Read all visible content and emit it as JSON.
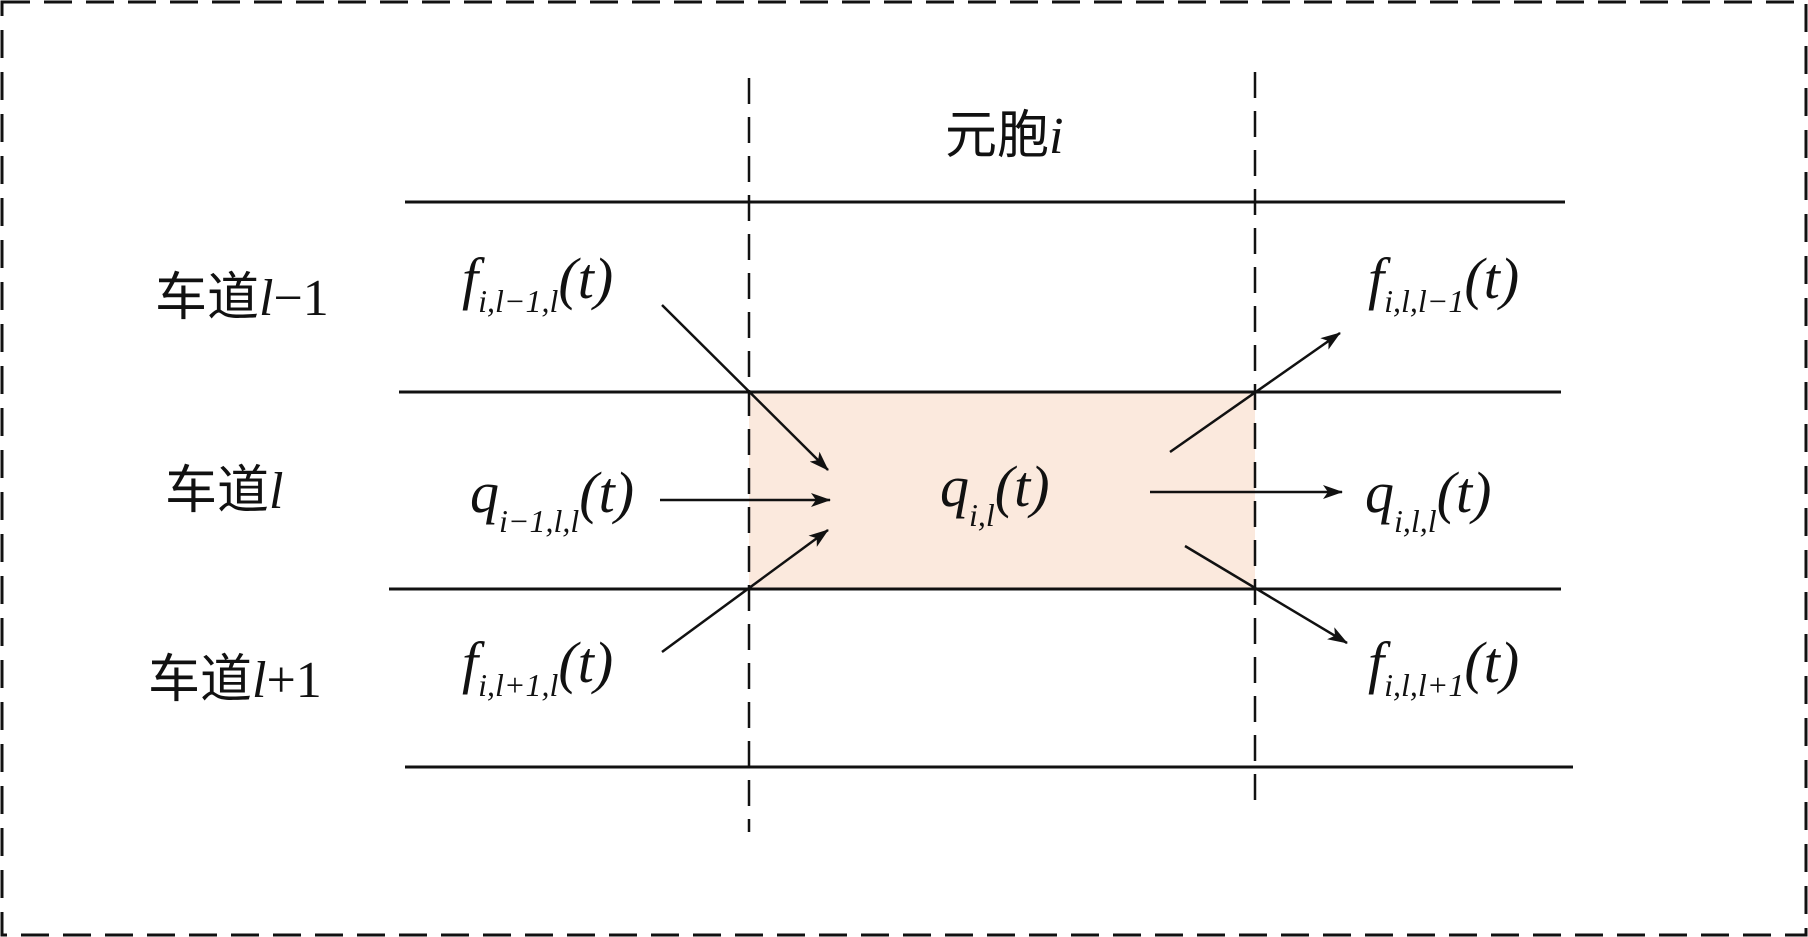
{
  "cell_label": {
    "main": "元胞",
    "var": "i"
  },
  "lanes": [
    {
      "main": "车道",
      "var": "l",
      "suffix": "−1"
    },
    {
      "main": "车道",
      "var": "l",
      "suffix": ""
    },
    {
      "main": "车道",
      "var": "l",
      "suffix": "+1"
    }
  ],
  "flows": {
    "f_in_top": {
      "sym": "f",
      "sub": "i,l−1,l"
    },
    "q_in": {
      "sym": "q",
      "sub": "i−1,l,l"
    },
    "f_in_bottom": {
      "sym": "f",
      "sub": "i,l+1,l"
    },
    "q_cell": {
      "sym": "q",
      "sub": "i,l"
    },
    "f_out_top": {
      "sym": "f",
      "sub": "i,l,l−1"
    },
    "q_out": {
      "sym": "q",
      "sub": "i,l,l"
    },
    "f_out_bottom": {
      "sym": "f",
      "sub": "i,l,l+1"
    },
    "arg": "(t)"
  },
  "colors": {
    "cell_fill": "#fbe9dd",
    "line": "#111111",
    "text": "#111111"
  }
}
